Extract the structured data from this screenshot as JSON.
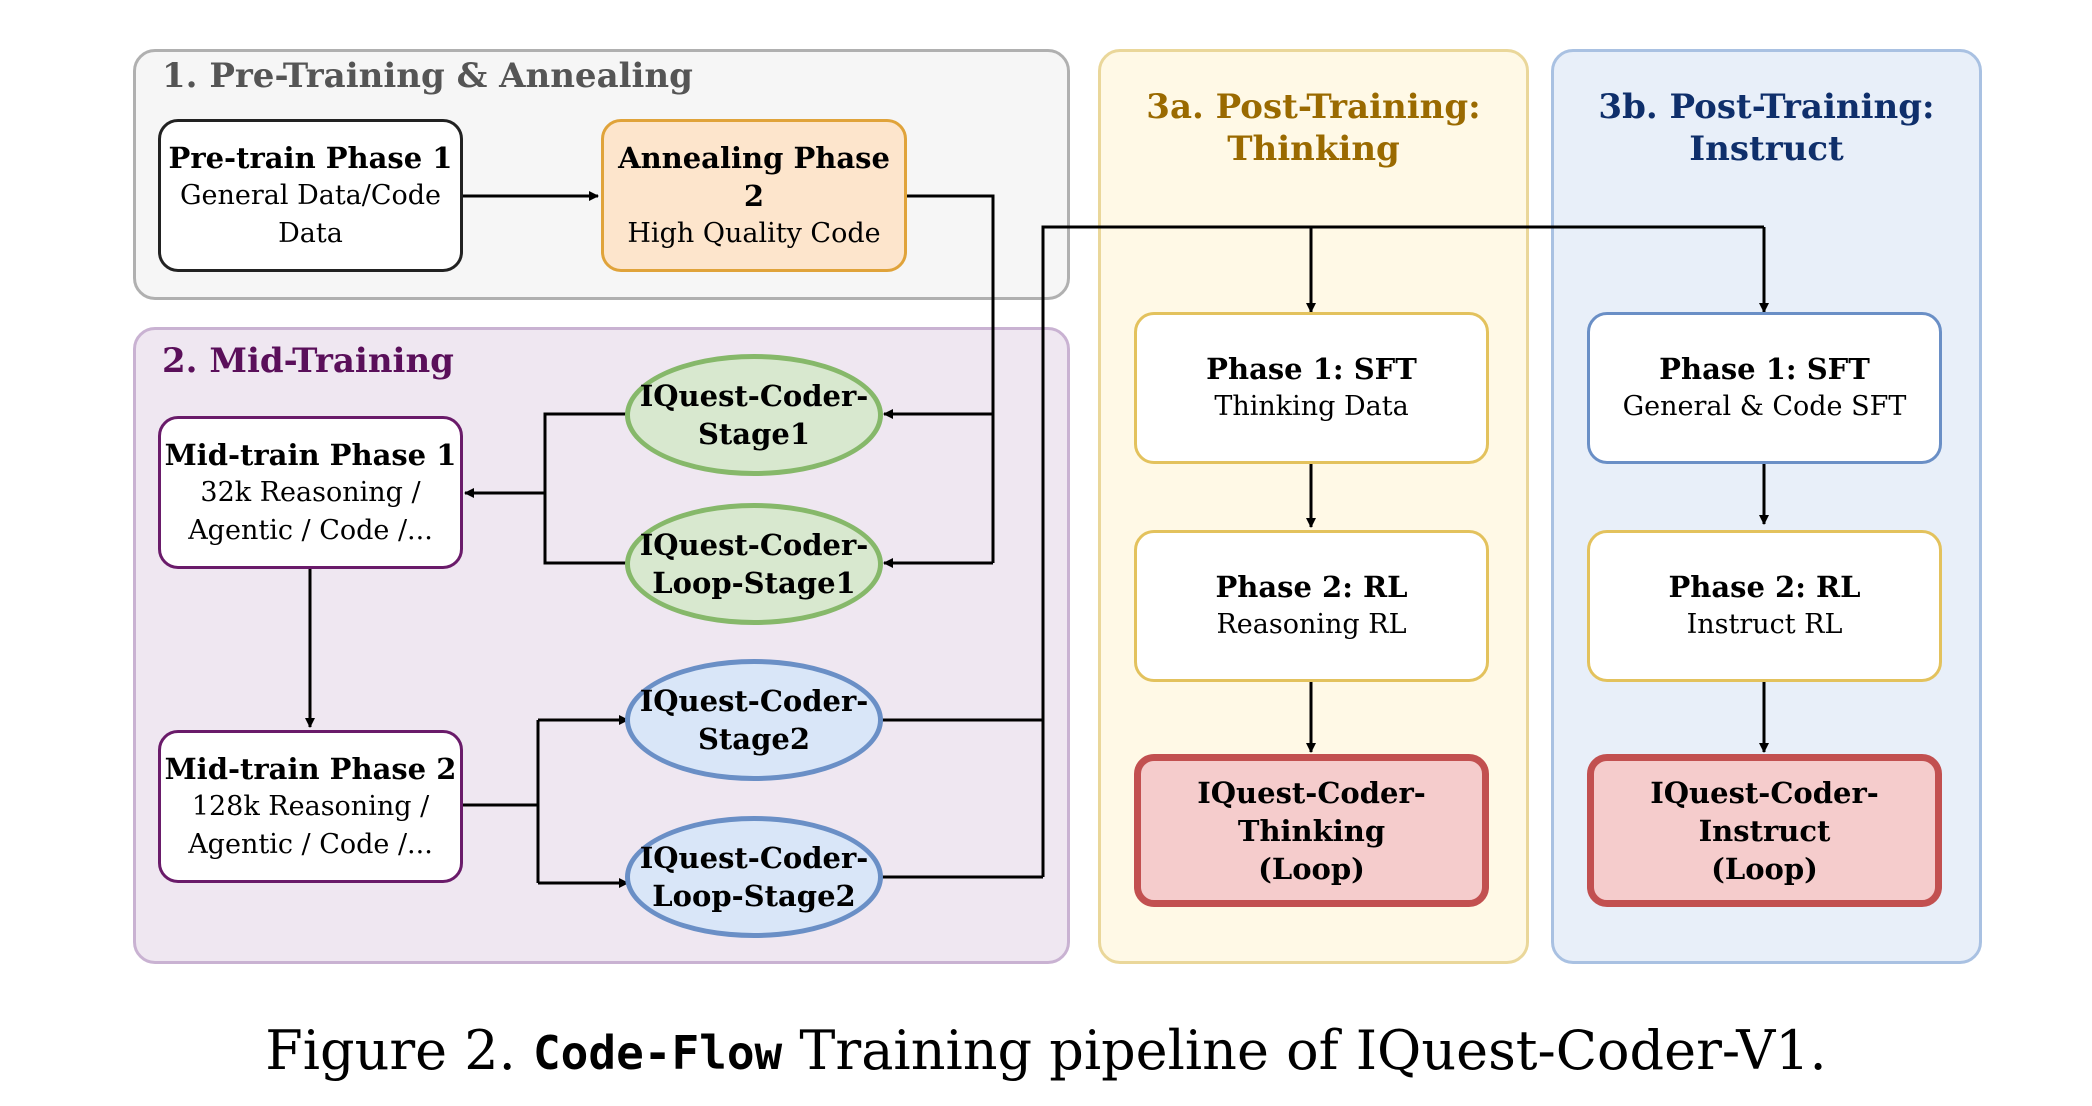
{
  "panels": {
    "pre": {
      "title": "1. Pre-Training & Annealing",
      "color": "#555555",
      "fill": "#f6f6f6",
      "border": "#b0b0b0"
    },
    "mid": {
      "title": "2. Mid-Training",
      "color": "#5a0f5a",
      "fill": "#efe7f1",
      "border": "#c9b2d2"
    },
    "thinking": {
      "title_line1": "3a. Post-Training:",
      "title_line2": "Thinking",
      "color": "#9a6a00",
      "fill": "#fff9e6",
      "border": "#ead79a"
    },
    "instruct": {
      "title_line1": "3b. Post-Training:",
      "title_line2": "Instruct",
      "color": "#0f2f6b",
      "fill": "#e8eff9",
      "border": "#a9c1e2"
    }
  },
  "nodes": {
    "pretrain": {
      "title": "Pre-train Phase 1",
      "sub": "General Data/Code Data"
    },
    "anneal": {
      "title": "Annealing Phase 2",
      "sub": "High Quality Code"
    },
    "mid1": {
      "title": "Mid-train Phase 1",
      "sub1": "32k Reasoning /",
      "sub2": "Agentic / Code /..."
    },
    "mid2": {
      "title": "Mid-train Phase 2",
      "sub1": "128k Reasoning /",
      "sub2": "Agentic / Code /..."
    },
    "stage1": {
      "line1": "IQuest-Coder-",
      "line2": "Stage1"
    },
    "loopstage1": {
      "line1": "IQuest-Coder-",
      "line2": "Loop-Stage1"
    },
    "stage2": {
      "line1": "IQuest-Coder-",
      "line2": "Stage2"
    },
    "loopstage2": {
      "line1": "IQuest-Coder-",
      "line2": "Loop-Stage2"
    },
    "think_sft": {
      "title": "Phase 1: SFT",
      "sub": "Thinking Data"
    },
    "think_rl": {
      "title": "Phase 2: RL",
      "sub": "Reasoning RL"
    },
    "think_final": {
      "line1": "IQuest-Coder-Thinking",
      "line2": "(Loop)"
    },
    "inst_sft": {
      "title": "Phase 1: SFT",
      "sub": "General & Code SFT"
    },
    "inst_rl": {
      "title": "Phase 2: RL",
      "sub": "Instruct RL"
    },
    "inst_final": {
      "line1": "IQuest-Coder-Instruct",
      "line2": "(Loop)"
    }
  },
  "caption": {
    "prefix": "Figure 2.",
    "code": "Code-Flow",
    "suffix": "Training pipeline of IQuest-Coder-V1."
  }
}
